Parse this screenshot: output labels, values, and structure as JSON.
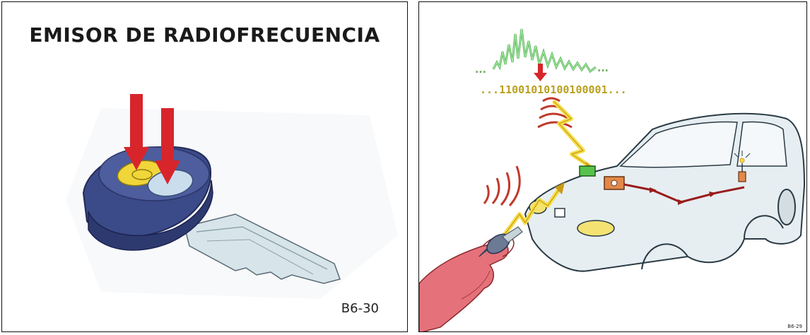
{
  "left_panel": {
    "title": "EMISOR DE RADIOFRECUENCIA",
    "code": "B6-30"
  },
  "right_panel": {
    "bit_stream": "...11001010100100001...",
    "wave_leading_dots": "...",
    "code": "B6-29"
  },
  "colors": {
    "arrow_red": "#d8252b",
    "key_fob_blue": "#3f4f8e",
    "button_yellow": "#f1d63a",
    "button_light_blue": "#c9ddec",
    "signal_yellow": "#f5df4a",
    "wave_green": "#6fd071",
    "car_body": "#e6eef2",
    "hand_red": "#e5727a",
    "wire_red": "#9a1c1c",
    "module_green": "#55c34b",
    "module_orange": "#e0894a"
  }
}
